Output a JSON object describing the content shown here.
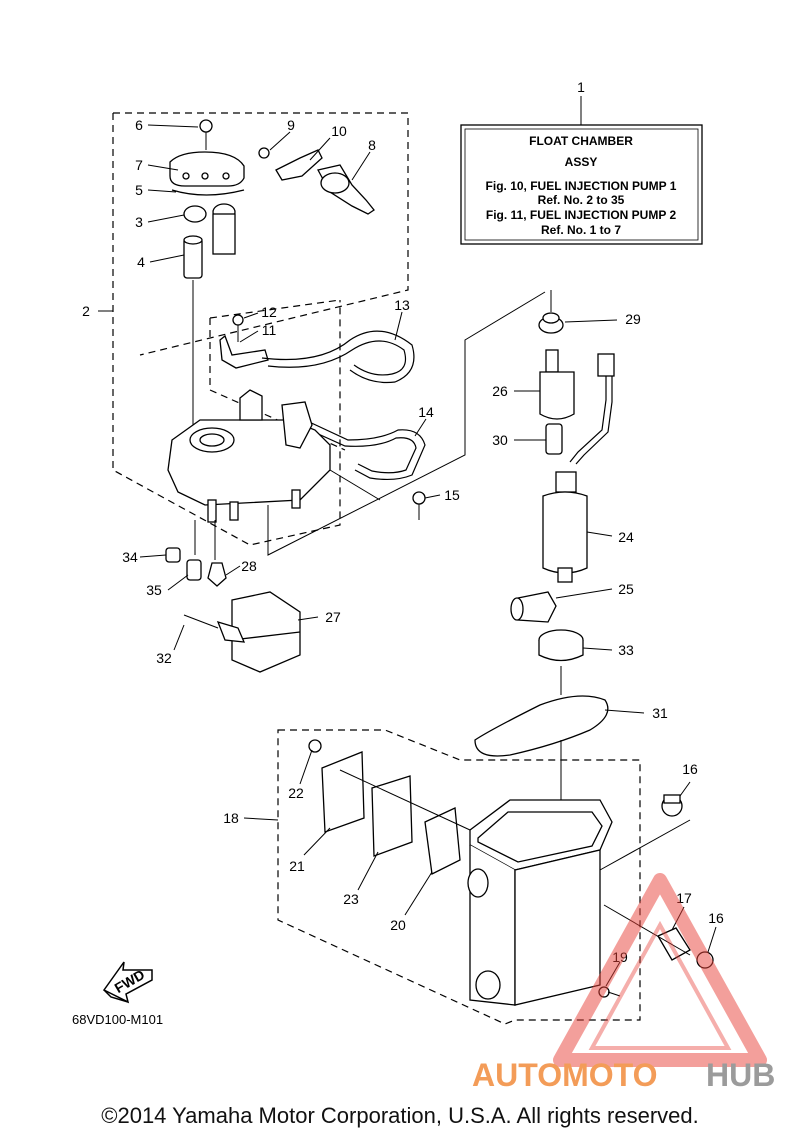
{
  "info_box": {
    "line1": "FLOAT CHAMBER",
    "line2": "ASSY",
    "line3": "Fig. 10, FUEL INJECTION PUMP 1",
    "line4": "Ref. No. 2 to 35",
    "line5": "Fig. 11, FUEL INJECTION PUMP 2",
    "line6": "Ref. No. 1 to 7"
  },
  "callouts": {
    "c1": "1",
    "c2": "2",
    "c3": "3",
    "c4": "4",
    "c5": "5",
    "c6": "6",
    "c7": "7",
    "c8": "8",
    "c9": "9",
    "c10": "10",
    "c11": "11",
    "c12": "12",
    "c13": "13",
    "c14": "14",
    "c15": "15",
    "c16a": "16",
    "c16b": "16",
    "c17": "17",
    "c18": "18",
    "c19": "19",
    "c20": "20",
    "c21": "21",
    "c22": "22",
    "c23": "23",
    "c24": "24",
    "c25": "25",
    "c26": "26",
    "c27": "27",
    "c28": "28",
    "c29": "29",
    "c30": "30",
    "c31": "31",
    "c32": "32",
    "c33": "33",
    "c34": "34",
    "c35": "35"
  },
  "fwd_label": "FWD",
  "diagram_code": "68VD100-M101",
  "watermark": {
    "part1": "AUTOMOTO",
    "part2": "HUB",
    "color_accent": "#f28b3c",
    "color_dark": "#8a8a8a",
    "triangle_color": "#e8423a"
  },
  "copyright": "©2014 Yamaha Motor Corporation, U.S.A. All rights reserved."
}
